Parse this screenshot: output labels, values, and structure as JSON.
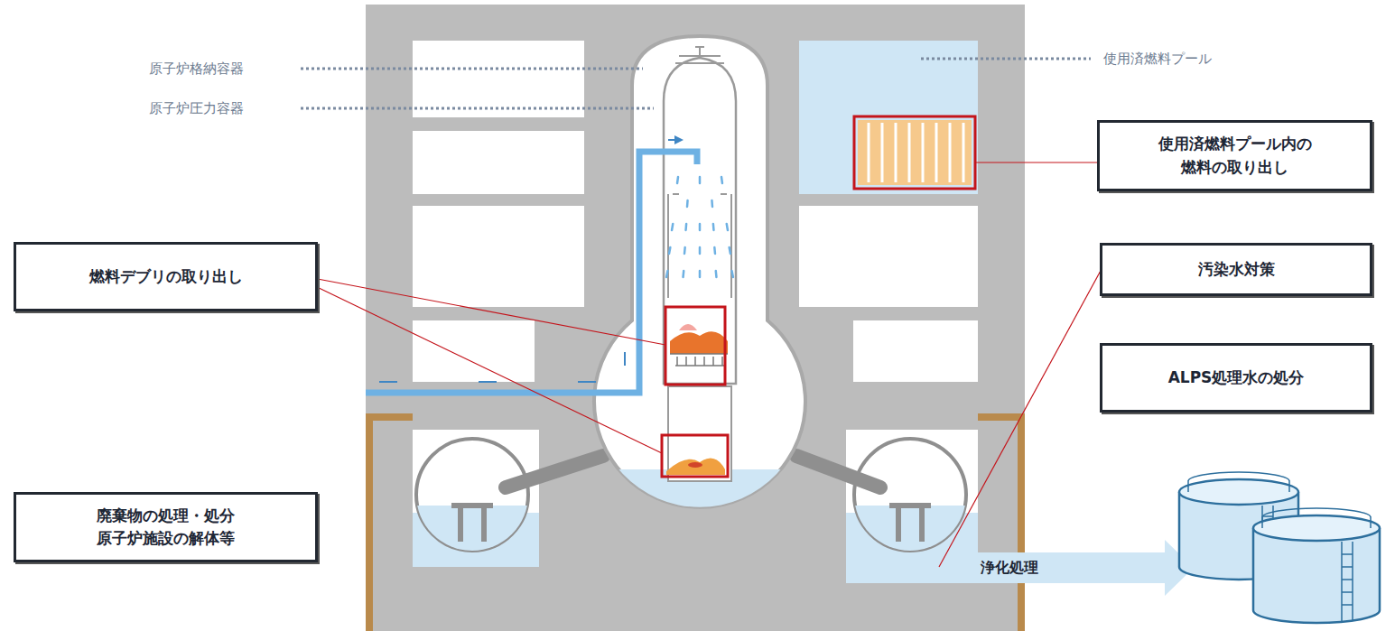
{
  "diagram": {
    "nodes": [
      {
        "text": [
          "使用済燃料プール内の 燃料の取り出し"
        ]
      },
      {
        "text": [
          "燃料デブリの取り出し"
        ]
      },
      {
        "text": [
          "汚染水対策"
        ]
      },
      {
        "text": [
          "ALPS処理水の処分"
        ]
      },
      {
        "text": [
          "廃棄物の処理・処分 原子炉施設の解体等"
        ]
      }
    ],
    "labels": [
      "原子炉格納容器",
      "原子炉圧力容器",
      "使用済燃料プール",
      "浄化処理"
    ]
  }
}
